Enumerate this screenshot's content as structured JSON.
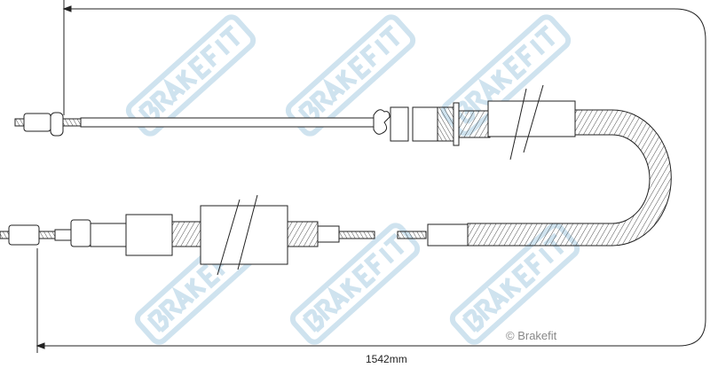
{
  "watermark": {
    "text": "BRAKEFIT",
    "color": "#cfe3ef"
  },
  "dimension": {
    "length_label": "1542mm"
  },
  "copyright": "© Brakefit",
  "line_color": "#222222"
}
